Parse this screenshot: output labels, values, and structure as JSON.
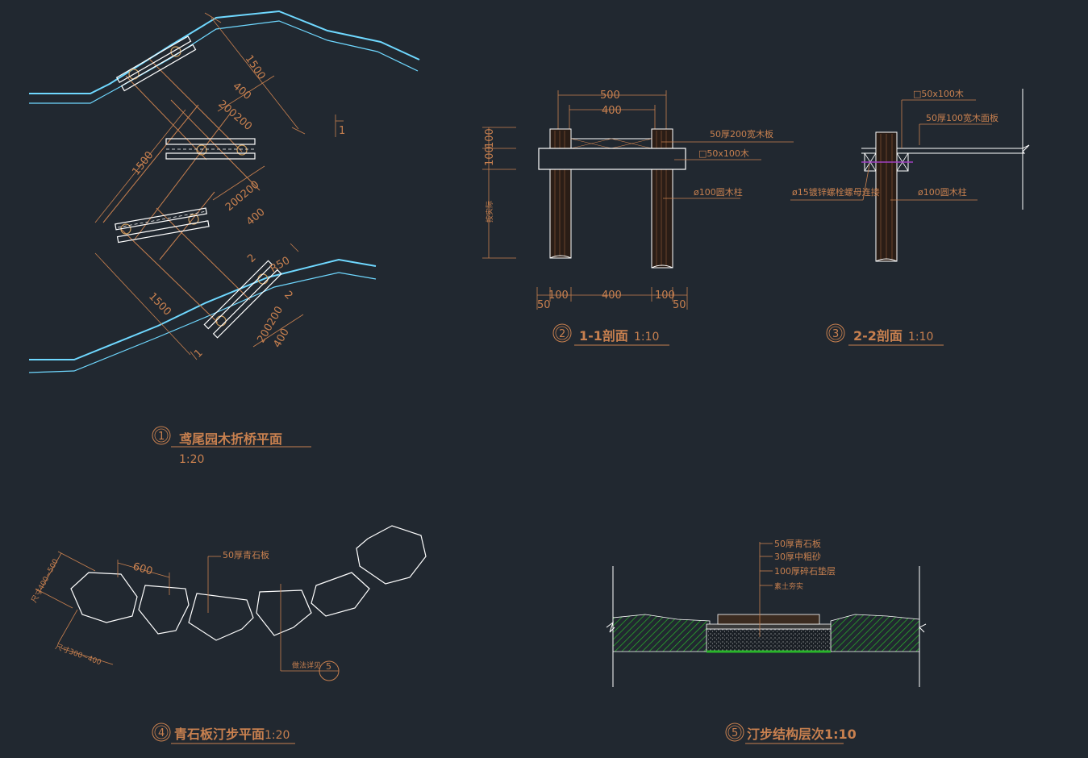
{
  "colors": {
    "background": "#212830",
    "annotation": "#c8804f",
    "water": "#6fd8ff",
    "timber": "#2a1d16",
    "plank": "#ffffff",
    "grass": "#29b52a",
    "purple": "#a040c0"
  },
  "plan": {
    "dim_1500_top": "1500",
    "dim_400": "400",
    "dim_200200_top": "200200",
    "dim_1500_left": "1500",
    "dim_200200_mid": "200200",
    "dim_400_mid": "400",
    "dim_1500_bottom": "1500",
    "dim_200200_bottom": "200200",
    "dim_400_bottom": "400",
    "dim_r50": "R50",
    "cut_1_top": "1",
    "cut_1_bottom": "1",
    "cut_2_top": "2",
    "cut_2_bottom": "2"
  },
  "title_1": {
    "num": "1",
    "text": "鸢尾园木折桥平面",
    "scale": "1:20"
  },
  "section_11": {
    "dim_500": "500",
    "dim_400": "400",
    "left_dim_100a": "100",
    "left_dim_100b": "100",
    "left_dim_depth": "按实际",
    "label_plank": "50厚200宽木板",
    "label_beam": "□50x100木",
    "label_post": "ø100圆木柱",
    "bot_100_left": "100",
    "bot_400": "400",
    "bot_100_right": "100",
    "bot_50_left": "50",
    "bot_50_right": "50"
  },
  "title_2": {
    "num": "2",
    "text": "1-1剖面",
    "scale": "1:10"
  },
  "section_22": {
    "label_beam": "□50x100木",
    "label_plank": "50厚100宽木面板",
    "label_bolt": "ø15镀锌螺栓螺母连接",
    "label_post": "ø100圆木柱"
  },
  "title_3": {
    "num": "3",
    "text": "2-2剖面",
    "scale": "1:10"
  },
  "stepping": {
    "dim_size_a": "尺寸400~500",
    "dim_600": "600",
    "dim_size_b": "尺寸300~400",
    "label_stone": "50厚青石板",
    "label_ref": "做法详见",
    "ref_num": "5"
  },
  "title_4": {
    "num": "4",
    "text": "青石板汀步平面",
    "scale": "1:20"
  },
  "layers": {
    "l1": "50厚青石板",
    "l2": "30厚中粗砂",
    "l3": "100厚碎石垫层",
    "l4": "素土夯实"
  },
  "title_5": {
    "num": "5",
    "text": "汀步结构层次1:10"
  }
}
